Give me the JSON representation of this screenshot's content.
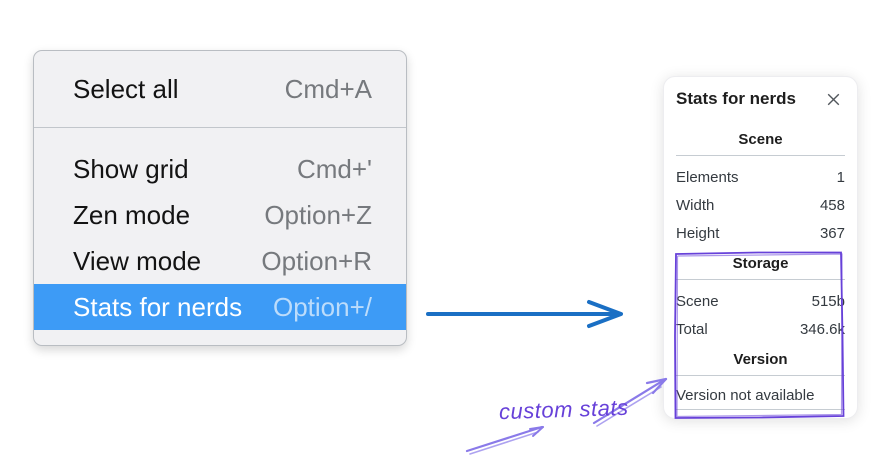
{
  "context_menu": {
    "items": [
      {
        "label": "Select all",
        "shortcut": "Cmd+A",
        "selected": false
      },
      {
        "label": "Show grid",
        "shortcut": "Cmd+'",
        "selected": false
      },
      {
        "label": "Zen mode",
        "shortcut": "Option+Z",
        "selected": false
      },
      {
        "label": "View mode",
        "shortcut": "Option+R",
        "selected": false
      },
      {
        "label": "Stats for nerds",
        "shortcut": "Option+/",
        "selected": true
      }
    ]
  },
  "stats_panel": {
    "title": "Stats for nerds",
    "sections": [
      {
        "heading": "Scene",
        "rows": [
          {
            "label": "Elements",
            "value": "1"
          },
          {
            "label": "Width",
            "value": "458"
          },
          {
            "label": "Height",
            "value": "367"
          }
        ]
      },
      {
        "heading": "Storage",
        "rows": [
          {
            "label": "Scene",
            "value": "515b"
          },
          {
            "label": "Total",
            "value": "346.6k"
          }
        ]
      },
      {
        "heading": "Version",
        "note": "Version not available"
      }
    ]
  },
  "annotation": {
    "label": "custom stats"
  },
  "icons": {
    "close": "close-x"
  },
  "colors": {
    "menu_highlight": "#3d9bf6",
    "arrow_blue": "#1a6fc4",
    "annotation_purple": "#6741d9",
    "arrow_purple": "#8a7ae9"
  }
}
